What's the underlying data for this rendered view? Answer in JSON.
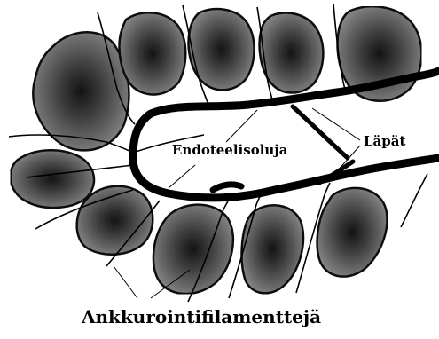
{
  "diagram": {
    "labels": {
      "endothelial": "Endoteelisoluja",
      "valves": "Läpät",
      "anchoring": "Ankkurointifilamenttejä"
    }
  }
}
